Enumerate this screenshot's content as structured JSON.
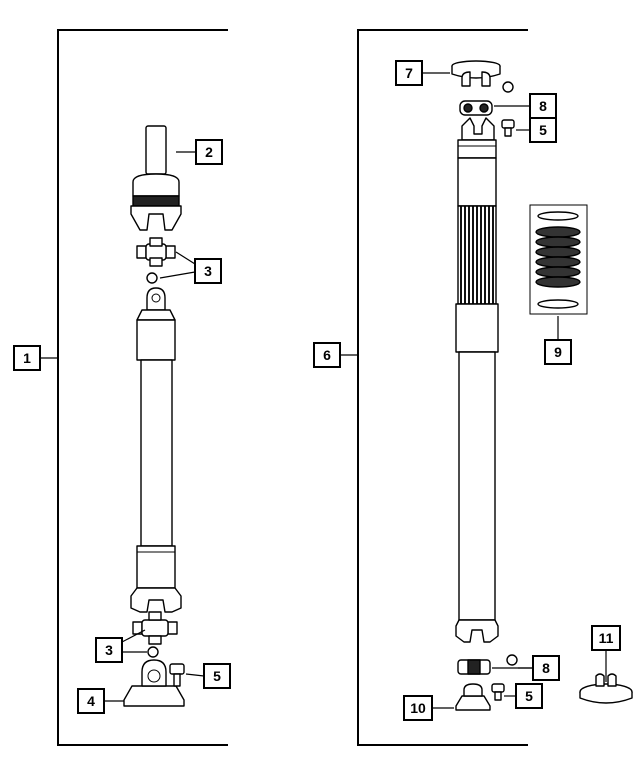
{
  "callouts": {
    "c1": "1",
    "c2": "2",
    "c3a": "3",
    "c3b": "3",
    "c4": "4",
    "c5a": "5",
    "c5b": "5",
    "c5c": "5",
    "c6": "6",
    "c7": "7",
    "c8a": "8",
    "c8b": "8",
    "c9": "9",
    "c10": "10",
    "c11": "11"
  },
  "colors": {
    "line": "#000000",
    "fill": "#ffffff",
    "shade": "#d9d9d9",
    "dark": "#222222"
  }
}
